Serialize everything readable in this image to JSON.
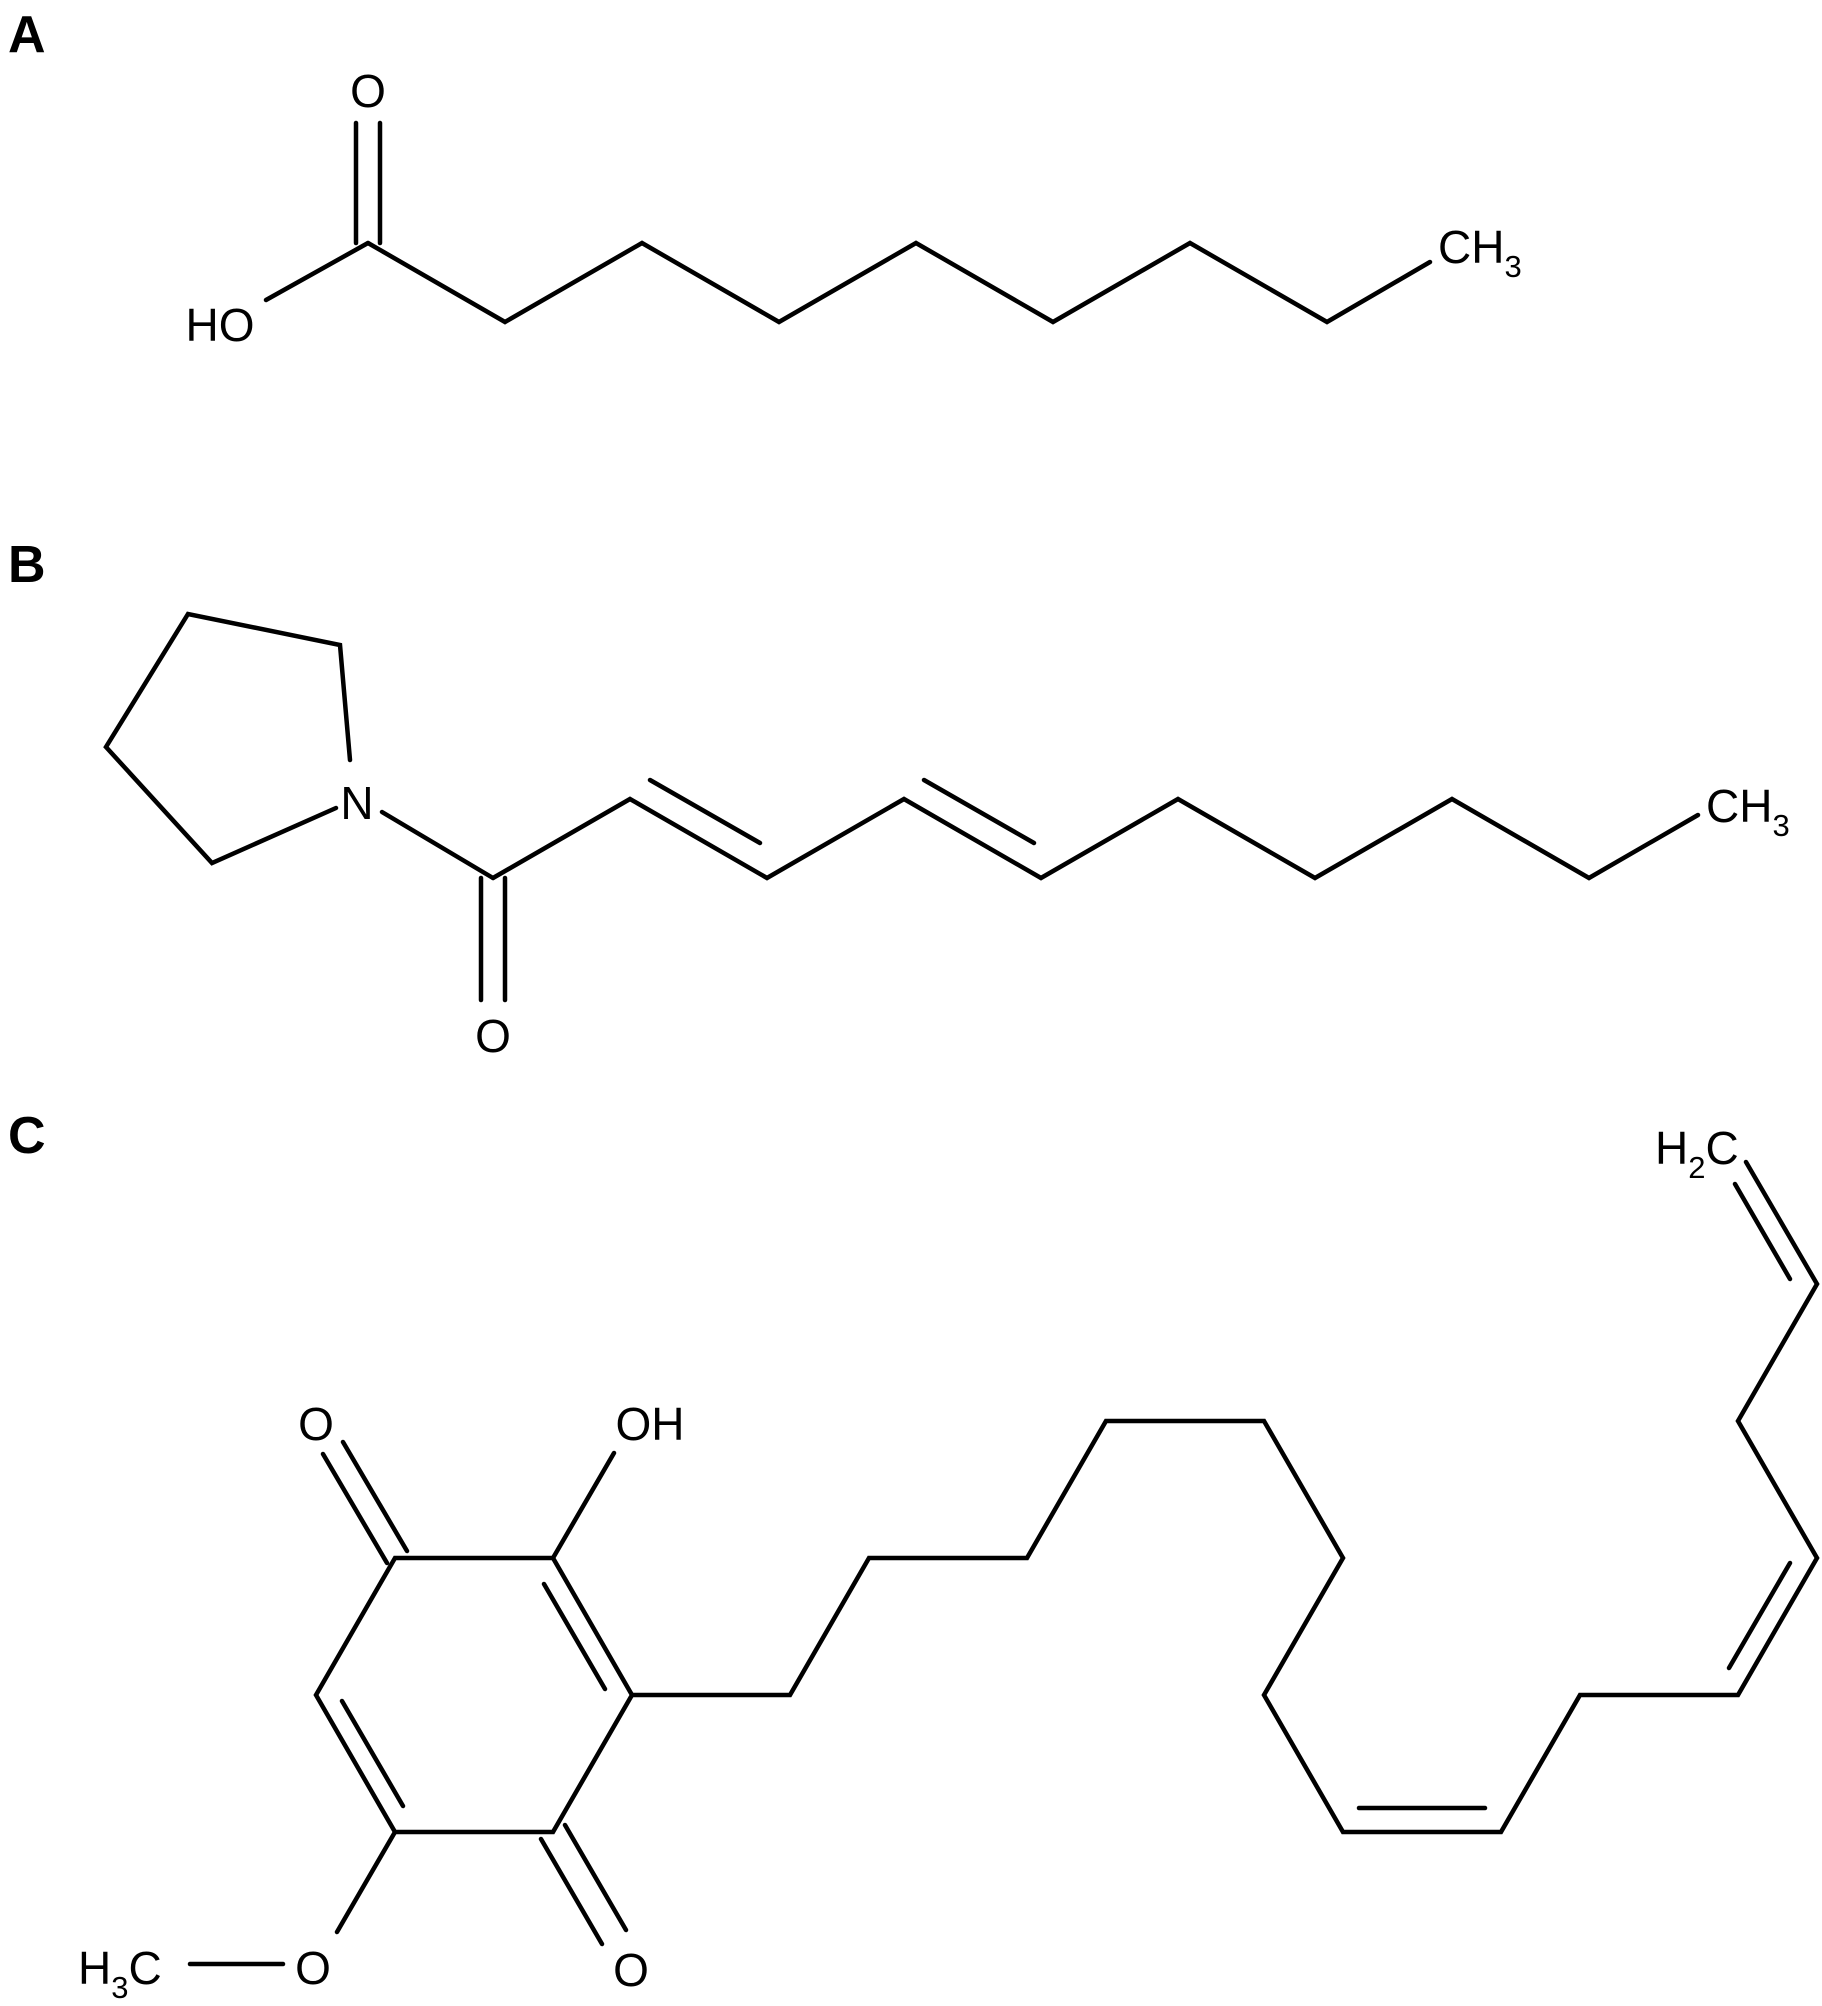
{
  "panels": {
    "a": {
      "letter": "A",
      "atoms": {
        "carbonyl_o": "O",
        "hydroxyl": "HO",
        "methyl_c": "CH",
        "methyl_sub": "3"
      }
    },
    "b": {
      "letter": "B",
      "atoms": {
        "nitrogen": "N",
        "carbonyl_o": "O",
        "methyl_c": "CH",
        "methyl_sub": "3"
      }
    },
    "c": {
      "letter": "C",
      "atoms": {
        "quinone_o_top": "O",
        "hydroxyl": "OH",
        "quinone_o_bottom": "O",
        "ether_o": "O",
        "methoxy_h": "H",
        "methoxy_sub": "3",
        "methoxy_c": "C",
        "vinyl_h": "H",
        "vinyl_sub": "2",
        "vinyl_c": "C"
      }
    }
  }
}
